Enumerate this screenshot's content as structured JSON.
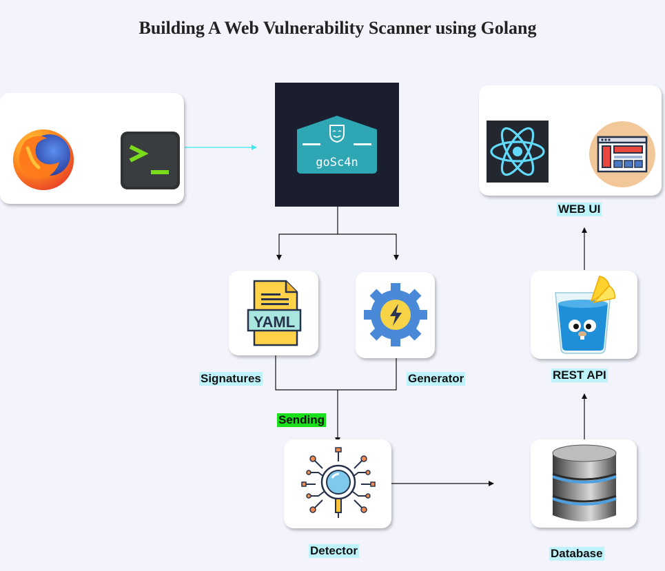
{
  "title": "Building A Web Vulnerability Scanner using Golang",
  "logo_text": "goSc4n",
  "yaml_text": "YAML",
  "labels": {
    "web_ui": "WEB UI",
    "rest_api": "REST API",
    "signatures": "Signatures",
    "generator": "Generator",
    "sending": "Sending",
    "detector": "Detector",
    "database": "Database"
  },
  "icons": [
    "firefox-icon",
    "terminal-icon",
    "gosc4n-logo",
    "react-icon",
    "web-page-icon",
    "yaml-file-icon",
    "gear-lightning-icon",
    "go-gopher-glass-icon",
    "detector-icon",
    "database-icon"
  ],
  "colors": {
    "background": "#f2f3fb",
    "label_bg": "#bff3fb",
    "sending_bg": "#19e01a",
    "logo_bg": "#1b1e2e",
    "logo_teal": "#2ea6b3",
    "arrow_cyan": "#3ee8f0"
  }
}
